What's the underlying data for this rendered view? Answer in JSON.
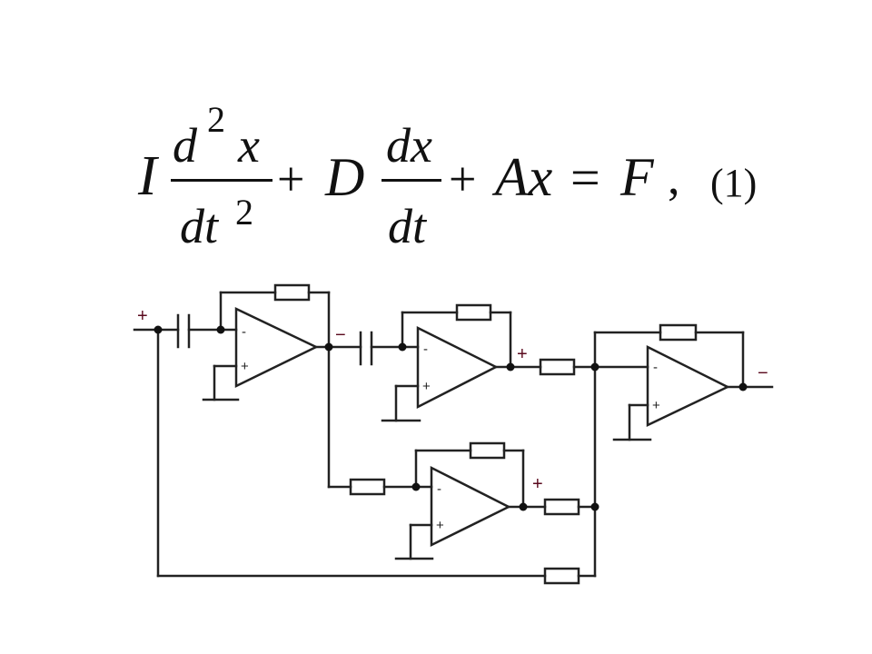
{
  "equation": {
    "inertia": "I",
    "d": "d",
    "dt": "dt",
    "power": "2",
    "x": "x",
    "plus1": "+",
    "damping": "D",
    "dx": "dx",
    "plus2": "+",
    "Ax": "Ax",
    "equals": "=",
    "force": "F",
    "comma": ",",
    "number": "(1)"
  },
  "circuit": {
    "input_sign": "+",
    "stage1_out_sign": "−",
    "stage2_out_sign": "+",
    "stage3_out_sign": "+",
    "output_sign": "−",
    "inverting": "-",
    "noninverting": "+"
  }
}
